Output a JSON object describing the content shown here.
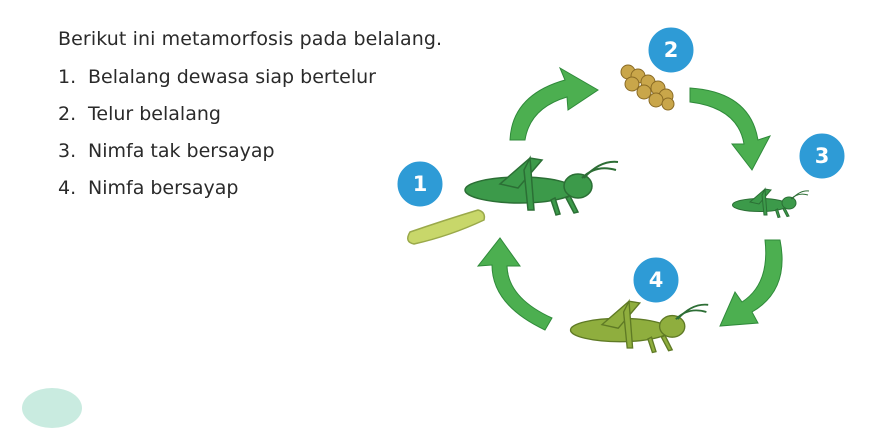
{
  "intro": "Berikut ini metamorfosis pada belalang.",
  "steps": [
    {
      "number": "1.",
      "text": "Belalang dewasa siap bertelur"
    },
    {
      "number": "2.",
      "text": "Telur belalang"
    },
    {
      "number": "3.",
      "text": "Nimfa tak bersayap"
    },
    {
      "number": "4.",
      "text": "Nimfa bersayap"
    }
  ],
  "badges": [
    "1",
    "2",
    "3",
    "4"
  ],
  "colors": {
    "badge": "#2e9bd6",
    "arrow": "#4caf50",
    "grasshopper": "#3c9a4a",
    "egg_pod": "#c9a64a",
    "egg_strip": "#c8d76a"
  }
}
